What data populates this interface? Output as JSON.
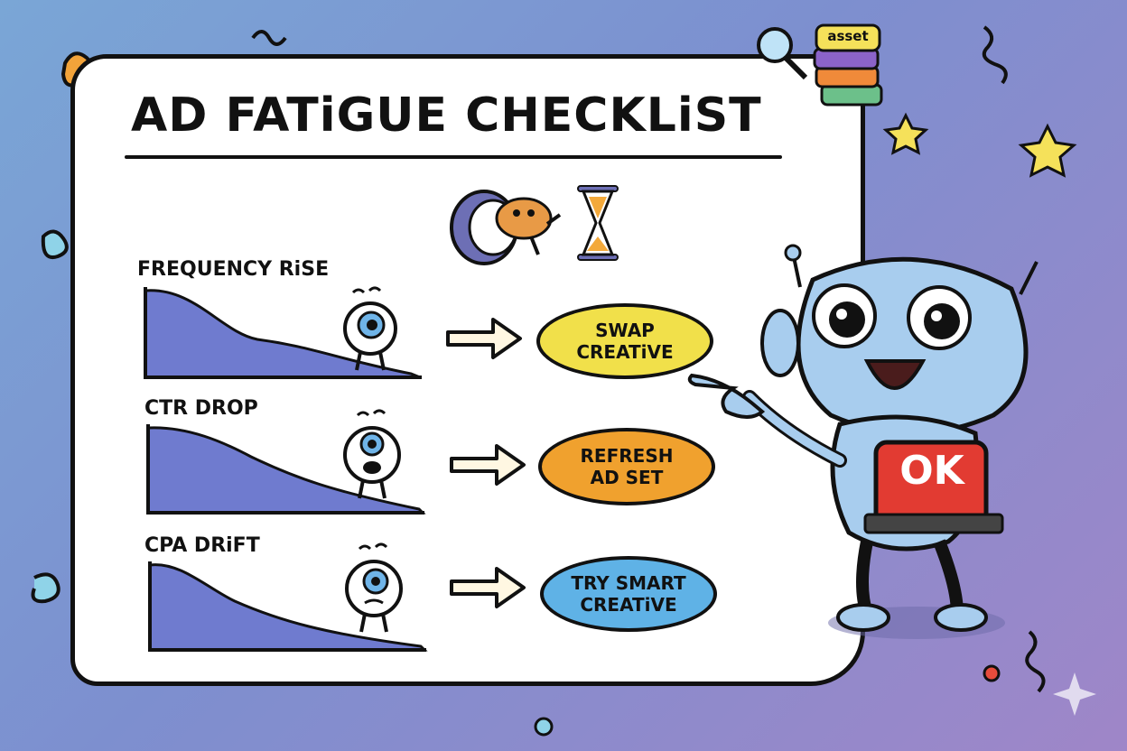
{
  "title": "AD FATiGUE CHECKLiST",
  "badge": "asset",
  "ok_label": "OK",
  "rows": [
    {
      "label": "FREQUENCY RiSE",
      "action_line1": "SWAP",
      "action_line2": "CREATiVE",
      "action_color": "#f1e04a"
    },
    {
      "label": "CTR DROP",
      "action_line1": "REFRESH",
      "action_line2": "AD SET",
      "action_color": "#f0a12e"
    },
    {
      "label": "CPA DRiFT",
      "action_line1": "TRY SMART",
      "action_line2": "CREATiVE",
      "action_color": "#5fb2e6"
    }
  ],
  "colors": {
    "chart_fill": "#6f7bcf",
    "card": "#ffffff",
    "robot": "#a8cdee",
    "ok_button": "#e23b32"
  },
  "icons": [
    "hamster-wheel-icon",
    "hourglass-icon",
    "crying-eyeball-icon",
    "arrow-right-icon",
    "magnifier-icon",
    "star-icon",
    "robot-mascot"
  ]
}
